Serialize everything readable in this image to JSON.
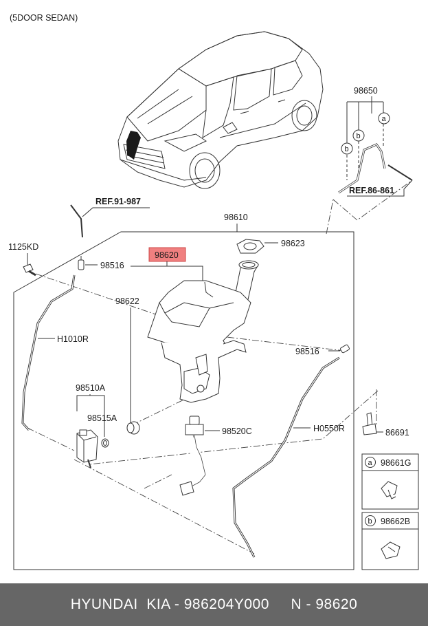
{
  "header": {
    "title": "(5DOOR SEDAN)"
  },
  "diagram": {
    "highlight_color": "#f08080",
    "callouts": {
      "ref_91_987": "REF.91-987",
      "ref_86_861": "REF.86-861",
      "p98650": "98650",
      "p98610": "98610",
      "p98620": "98620",
      "p98623": "98623",
      "p1125KD": "1125KD",
      "p98516_left": "98516",
      "p98622": "98622",
      "pH1010R": "H1010R",
      "p98510A": "98510A",
      "p98515A": "98515A",
      "p98520C": "98520C",
      "p98516_right": "98516",
      "pH0550R": "H0550R",
      "p86691": "86691"
    },
    "marker_a": "a",
    "marker_b": "b",
    "legend": [
      {
        "marker": "a",
        "part": "98661G"
      },
      {
        "marker": "b",
        "part": "98662B"
      }
    ]
  },
  "footer": {
    "text": "HYUNDAI  KIA - 986204Y000     N - 98620"
  }
}
